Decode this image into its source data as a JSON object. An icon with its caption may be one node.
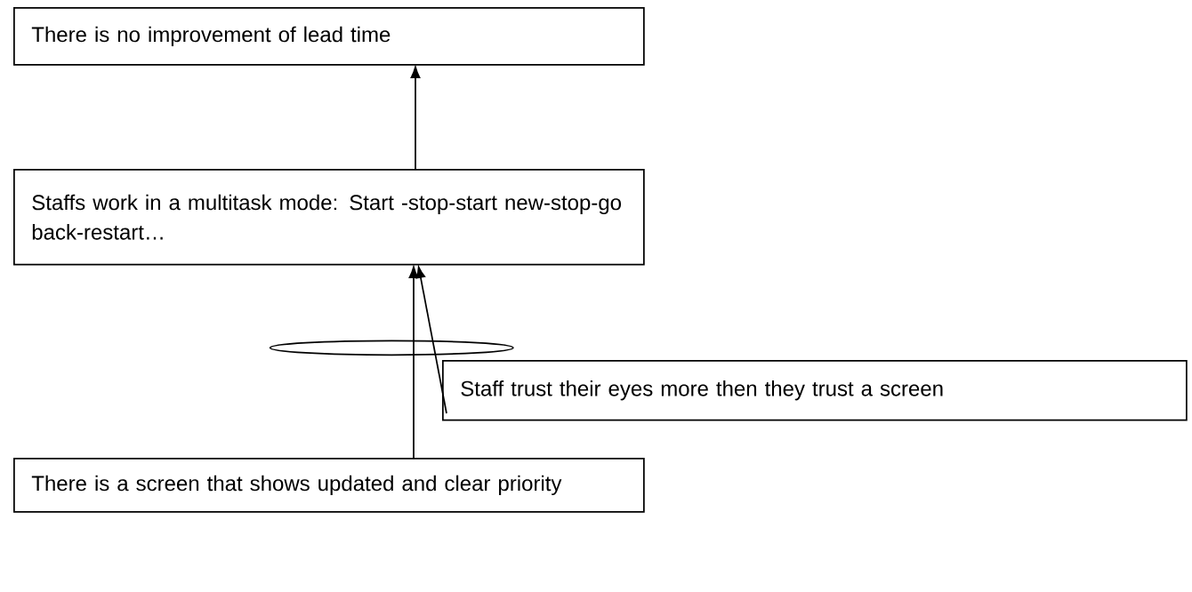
{
  "diagram": {
    "nodes": [
      {
        "text": [
          "There is no improvement of lead time"
        ]
      },
      {
        "text": [
          "Staffs work in a multitask mode: Start -stop-start new-stop-go back-restart…"
        ]
      },
      {
        "text": [],
        "shape": "ellipse"
      },
      {
        "text": [
          "Staff trust their eyes more then they trust a screen"
        ]
      },
      {
        "text": [
          "There is a screen that shows updated and clear priority"
        ]
      }
    ],
    "edges": [
      {
        "from": 1,
        "to": 0,
        "arrow": "to"
      },
      {
        "from": 4,
        "to": 1,
        "arrow": "to"
      },
      {
        "from": 3,
        "to": 1,
        "arrow": "to"
      }
    ]
  }
}
